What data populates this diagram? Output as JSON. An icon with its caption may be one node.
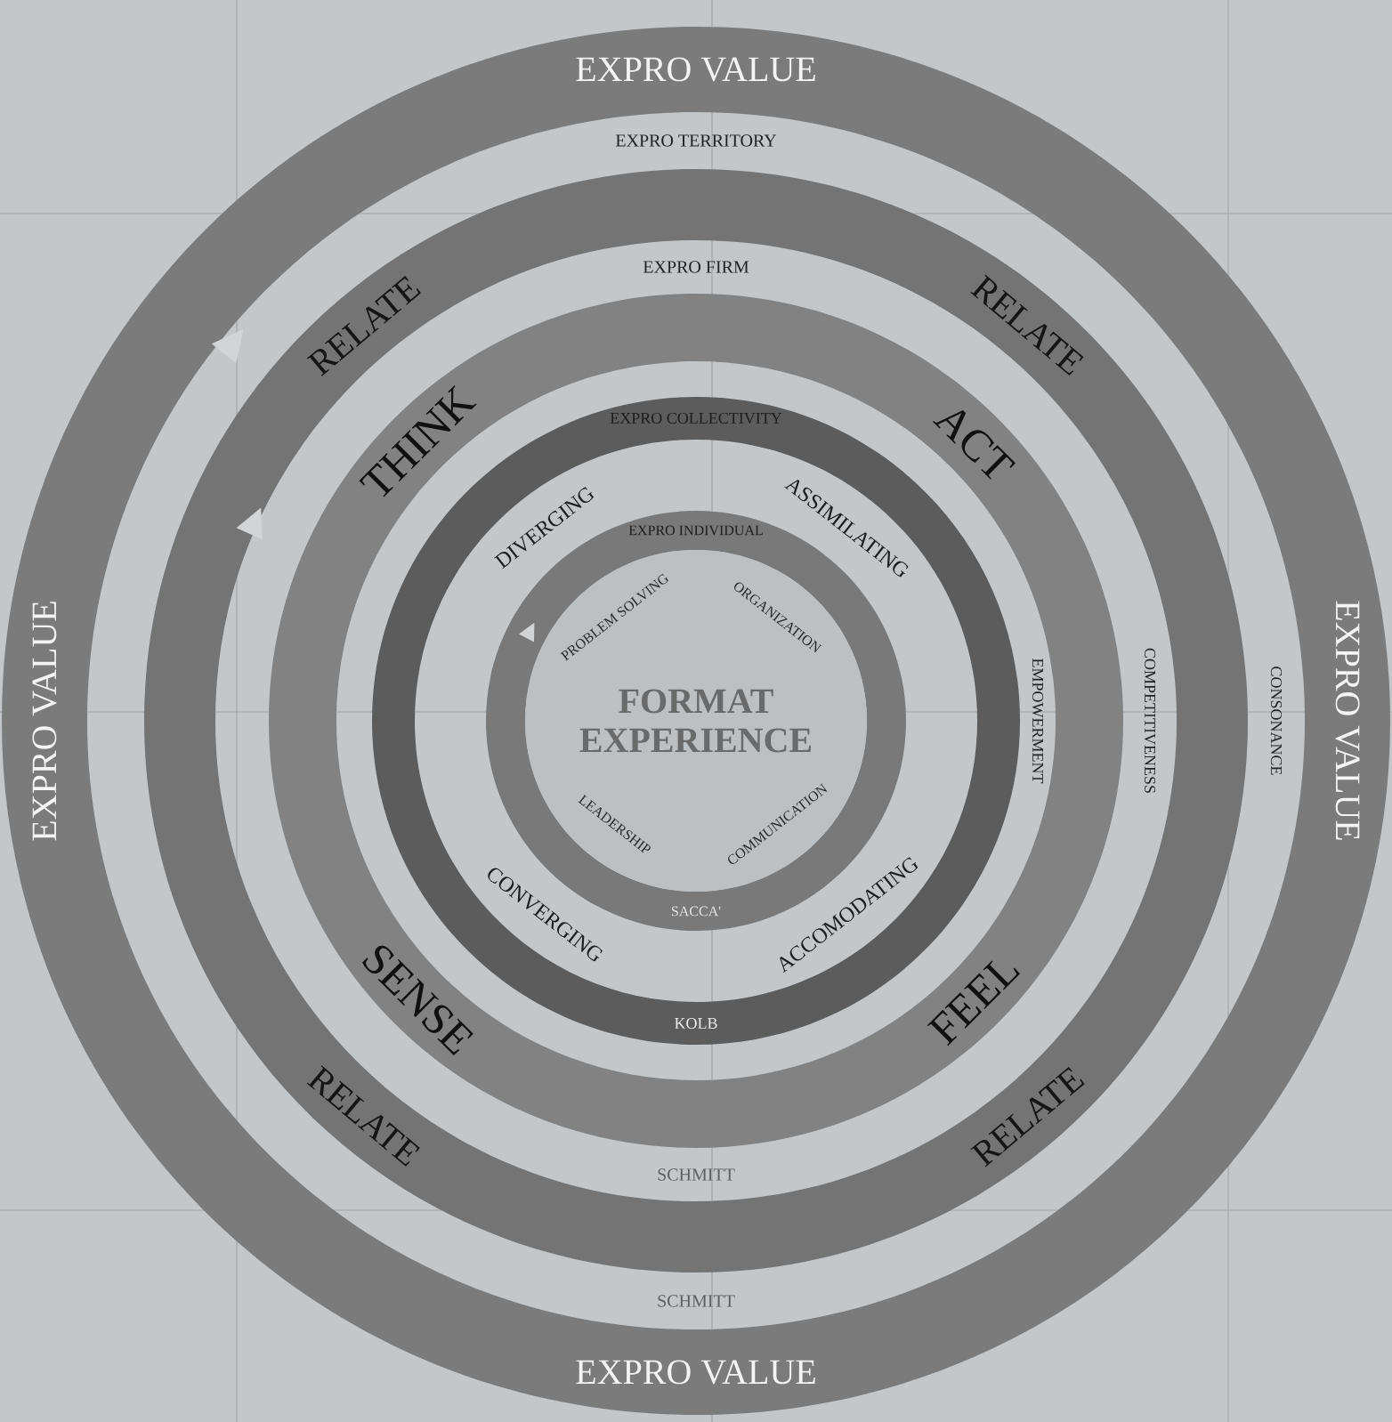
{
  "diagram": {
    "nodes": [
      {
        "text": [
          "EXPRO VALUE",
          "EXPRO VALUE",
          "EXPRO VALUE",
          "EXPRO VALUE"
        ]
      },
      {
        "text": [],
        "shape": "circle",
        "in": 0
      },
      {
        "text": [],
        "shape": "circle",
        "in": 1
      },
      {
        "text": [
          "EXPRO COLLECTIVITY",
          "KOLB"
        ],
        "in": 2
      },
      {
        "text": [
          "EXPRO INDIVIDUAL",
          "SACCA'"
        ],
        "in": 3
      },
      {
        "text": [
          "FORMAT EXPERIENCE"
        ],
        "in": 4
      }
    ],
    "labels": [
      "EXPRO TERRITORY",
      "EXPRO FIRM",
      "RELATE",
      "RELATE",
      "THINK",
      "ACT",
      "DIVERGING",
      "ASSIMILATING",
      "PROBLEM SOLVING",
      "ORGANIZATION",
      "EMPOWERMENT",
      "COMPETITIVENESS",
      "CONSONANCE",
      "LEADERSHIP",
      "COMMUNICATION",
      "CONVERGING",
      "ACCOMODATING",
      "SENSE",
      "FEEL",
      "RELATE",
      "RELATE",
      "SCHMITT",
      "SCHMITT"
    ]
  }
}
